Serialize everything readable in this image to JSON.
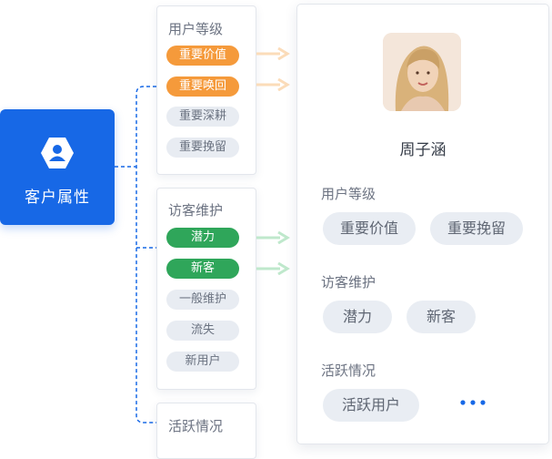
{
  "source": {
    "label": "客户属性",
    "icon": "user-hexagon-icon"
  },
  "cards": {
    "level": {
      "title": "用户等级",
      "items": [
        "重要价值",
        "重要唤回",
        "重要深耕",
        "重要挽留"
      ]
    },
    "visit": {
      "title": "访客维护",
      "items": [
        "潜力",
        "新客",
        "一般维护",
        "流失",
        "新用户"
      ]
    },
    "active": {
      "title": "活跃情况"
    }
  },
  "profile": {
    "name": "周子涵",
    "sections": [
      {
        "title": "用户等级",
        "tags": [
          "重要价值",
          "重要挽留"
        ]
      },
      {
        "title": "访客维护",
        "tags": [
          "潜力",
          "新客"
        ]
      },
      {
        "title": "活跃情况",
        "tags": [
          "活跃用户"
        ]
      }
    ]
  },
  "colors": {
    "primary": "#1768e6",
    "orange": "#f59a3b",
    "green": "#2fa65a",
    "tag_bg": "#e9edf3"
  }
}
